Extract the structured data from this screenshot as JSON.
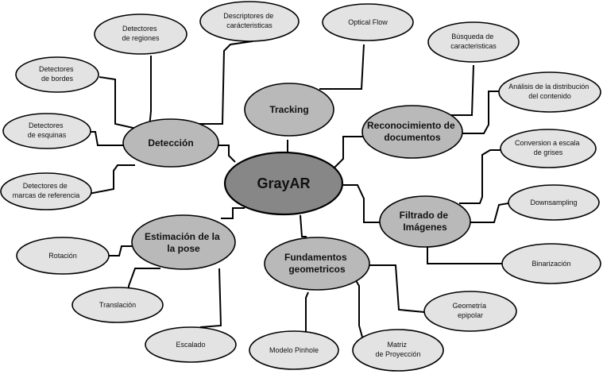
{
  "colors": {
    "center": "#878787",
    "main": "#b9b9b9",
    "leaf": "#e3e3e3",
    "stroke": "#000000"
  },
  "center": {
    "label": "GrayAR"
  },
  "main_nodes": {
    "tracking": [
      "Tracking"
    ],
    "deteccion": [
      "Detección"
    ],
    "reconocimiento": [
      "Reconocimiento de",
      "documentos"
    ],
    "filtrado": [
      "Filtrado de",
      "Imágenes"
    ],
    "estimacion": [
      "Estimación de la",
      "la pose"
    ],
    "fundamentos": [
      "Fundamentos",
      "geometricos"
    ]
  },
  "leaf_nodes": {
    "optical_flow": [
      "Optical Flow"
    ],
    "descriptores": [
      "Descriptores de",
      "carácteristicas"
    ],
    "det_regiones": [
      "Detectores",
      "de regiones"
    ],
    "det_bordes": [
      "Detectores",
      "de bordes"
    ],
    "det_esquinas": [
      "Detectores",
      "de esquinas"
    ],
    "det_marcas": [
      "Detectores de",
      "marcas de referencia"
    ],
    "busqueda": [
      "Búsqueda de",
      "caracteristicas"
    ],
    "analisis": [
      "Análisis de la distribución",
      "del contenido"
    ],
    "conversion": [
      "Conversion a escala",
      "de grises"
    ],
    "downsampling": [
      "Downsampling"
    ],
    "binarizacion": [
      "Binarización"
    ],
    "geometria": [
      "Geometría",
      "epipolar"
    ],
    "matriz": [
      "Matriz",
      "de Proyección"
    ],
    "pinhole": [
      "Modelo Pinhole"
    ],
    "escalado": [
      "Escalado"
    ],
    "traslacion": [
      "Translación"
    ],
    "rotacion": [
      "Rotación"
    ]
  }
}
